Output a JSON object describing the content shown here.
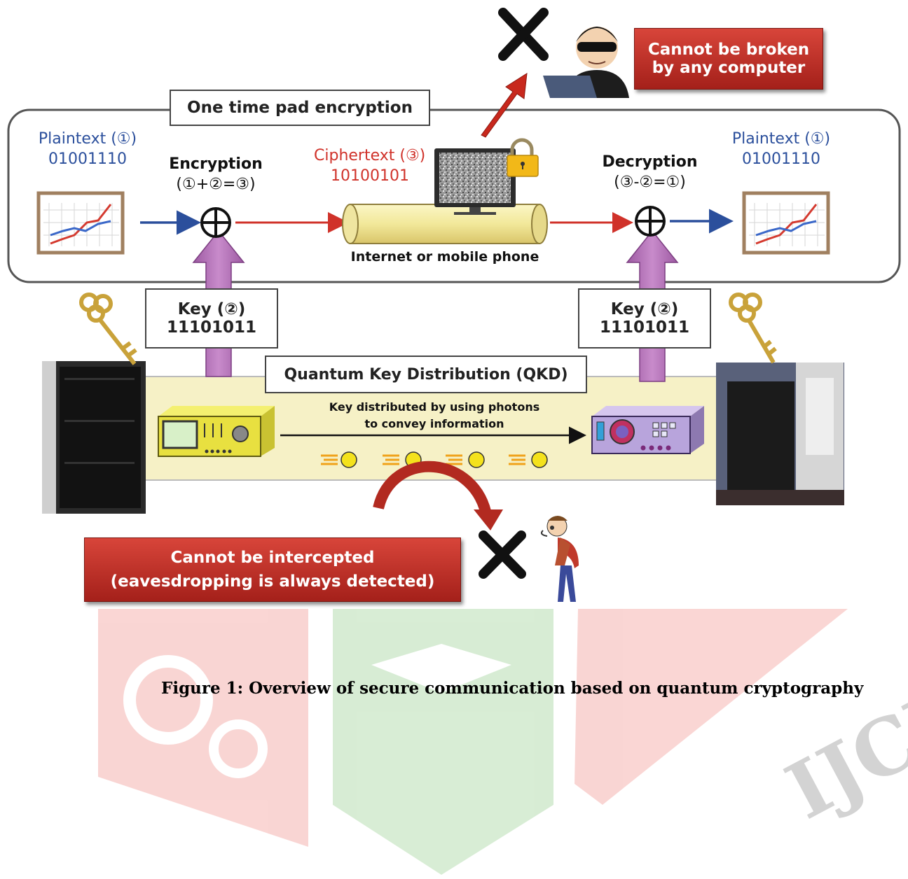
{
  "top_banner": {
    "line1": "Cannot be broken",
    "line2": "by any computer"
  },
  "otp_label": "One time pad encryption",
  "plaintext_left": {
    "label": "Plaintext (①)",
    "bits": "01001110"
  },
  "plaintext_right": {
    "label": "Plaintext (①)",
    "bits": "01001110"
  },
  "encryption": {
    "title": "Encryption",
    "formula": "(①+②=③)"
  },
  "decryption": {
    "title": "Decryption",
    "formula": "(③-②=①)"
  },
  "ciphertext": {
    "label": "Ciphertext (③)",
    "bits": "10100101"
  },
  "channel_label": "Internet or mobile phone",
  "key_left": {
    "label": "Key (②)",
    "bits": "11101011"
  },
  "key_right": {
    "label": "Key (②)",
    "bits": "11101011"
  },
  "qkd_label": "Quantum Key Distribution (QKD)",
  "photon_text": {
    "line1": "Key distributed by using photons",
    "line2": "to convey information"
  },
  "bottom_banner": {
    "line1": "Cannot be intercepted",
    "line2": "(eavesdropping is always detected)"
  },
  "watermark": "IJCRT",
  "caption": "Figure 1: Overview of secure communication based on quantum cryptography",
  "colors": {
    "plaintext_blue": "#2b4f9c",
    "cipher_red": "#d0322a",
    "arrow_purple": "#b46fb7",
    "qkd_band": "#f6f1c6",
    "banner_red": "#b8281f"
  }
}
